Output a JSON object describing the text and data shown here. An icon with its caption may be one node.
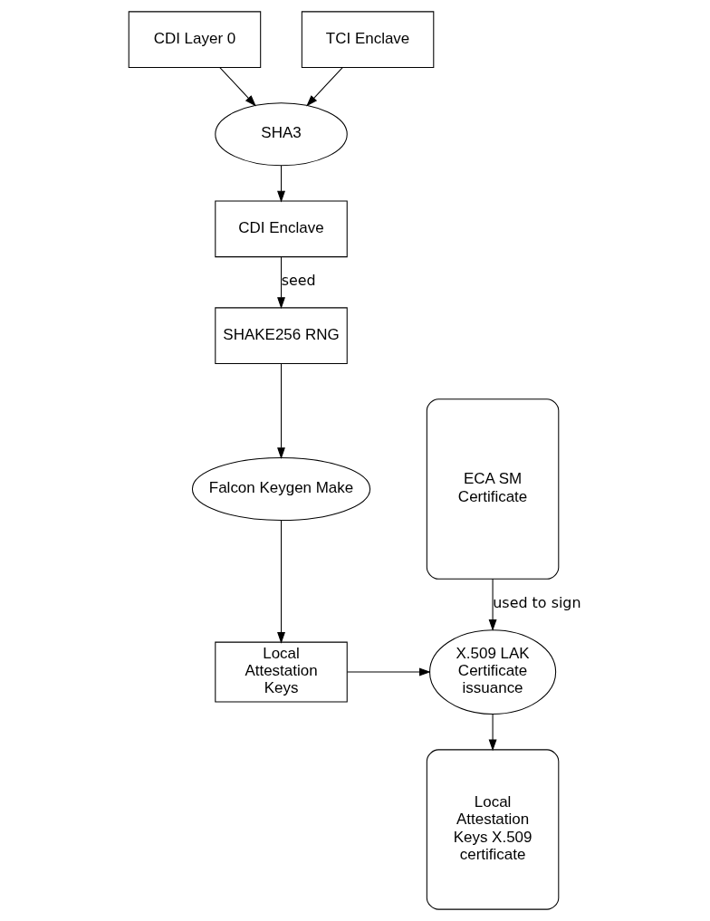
{
  "diagram": {
    "nodes": [
      {
        "text": [
          "CDI Layer 0"
        ]
      },
      {
        "text": [
          "TCI Enclave"
        ]
      },
      {
        "text": [
          "SHA3"
        ]
      },
      {
        "text": [
          "CDI Enclave"
        ]
      },
      {
        "text": [
          "SHAKE256 RNG"
        ]
      },
      {
        "text": [
          "Falcon Keygen Make"
        ]
      },
      {
        "text": [
          "Local Attestation Keys"
        ]
      },
      {
        "text": [
          "ECA SM Certificate"
        ]
      },
      {
        "text": [
          "X.509 LAK Certificate issuance"
        ]
      },
      {
        "text": [
          "Local Attestation Keys X.509 certificate"
        ]
      }
    ],
    "edges": [
      {
        "from": 0,
        "to": 2,
        "arrow": "to"
      },
      {
        "from": 1,
        "to": 2,
        "arrow": "to"
      },
      {
        "from": 2,
        "to": 3,
        "arrow": "to"
      },
      {
        "from": 3,
        "to": 4,
        "arrow": "to",
        "label": "seed"
      },
      {
        "from": 4,
        "to": 5,
        "arrow": "to"
      },
      {
        "from": 5,
        "to": 6,
        "arrow": "to"
      },
      {
        "from": 6,
        "to": 8,
        "arrow": "to"
      },
      {
        "from": 7,
        "to": 8,
        "arrow": "to",
        "label": "used to sign"
      },
      {
        "from": 8,
        "to": 9,
        "arrow": "to"
      }
    ]
  }
}
